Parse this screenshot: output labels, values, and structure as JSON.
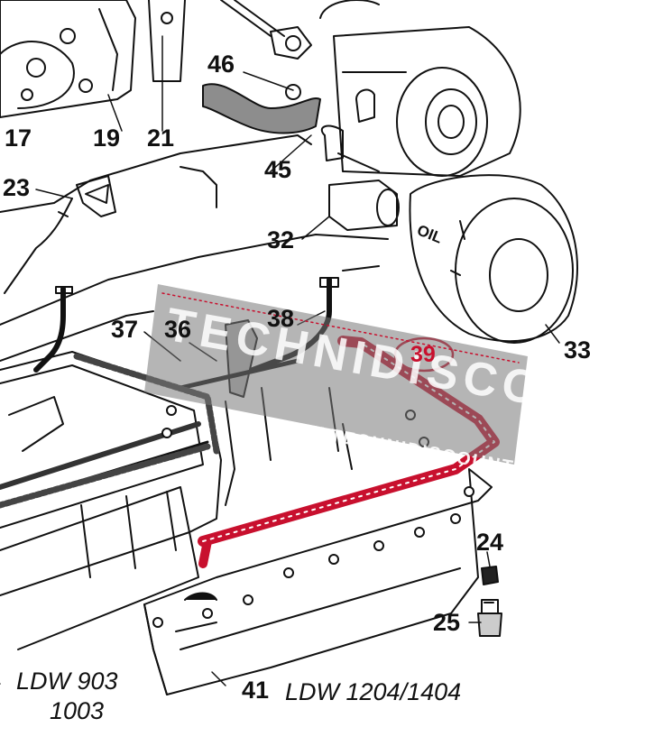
{
  "callouts": [
    {
      "id": "17",
      "text": "17"
    },
    {
      "id": "19",
      "text": "19"
    },
    {
      "id": "21",
      "text": "21"
    },
    {
      "id": "46",
      "text": "46"
    },
    {
      "id": "23",
      "text": "23"
    },
    {
      "id": "45",
      "text": "45"
    },
    {
      "id": "32",
      "text": "32"
    },
    {
      "id": "37",
      "text": "37"
    },
    {
      "id": "36",
      "text": "36"
    },
    {
      "id": "38",
      "text": "38"
    },
    {
      "id": "39",
      "text": "39"
    },
    {
      "id": "33",
      "text": "33"
    },
    {
      "id": "24",
      "text": "24"
    },
    {
      "id": "25",
      "text": "25"
    },
    {
      "id": "41",
      "text": "41"
    }
  ],
  "filter_label": "OIL",
  "models": {
    "left_line1": "LDW 903",
    "left_line2": "1003",
    "right": "LDW 1204/1404"
  },
  "watermark": {
    "brand": "TECHNIDISCOUNT",
    "url": "WWW.TECHNIDISCOUNT.COM"
  },
  "colors": {
    "line": "#111111",
    "highlight": "#c8102e",
    "watermark": "#8a8a8a"
  }
}
